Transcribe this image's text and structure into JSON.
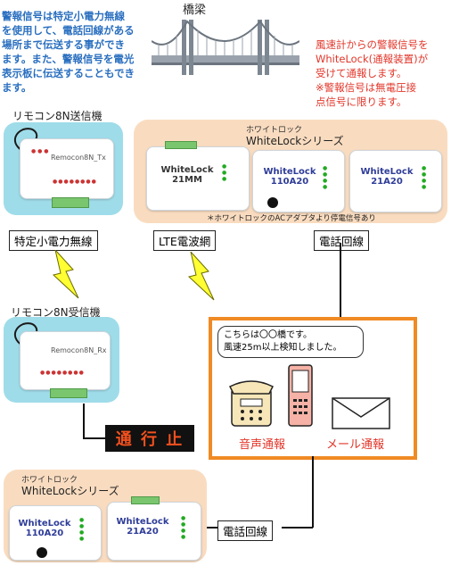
{
  "top_left_text": [
    "警報信号は特定小電力無線",
    "を使用して、電話回線がある",
    "場所まで伝送する事ができ",
    "ます。また、警報信号を電光",
    "表示板に伝送することもでき",
    "ます。"
  ],
  "bridge_label": "橋梁",
  "right_red_text": [
    "風速計からの警報信号を",
    "WhiteLock(通報装置)が",
    "受けて通報します。",
    "※警報信号は無電圧接",
    "点信号に限ります。"
  ],
  "transmitter": {
    "caption": "リモコン8N送信機",
    "device_label": "Remocon8N_Tx"
  },
  "receiver": {
    "caption": "リモコン8N受信機",
    "device_label": "Remocon8N_Rx"
  },
  "whitelock_top": {
    "sub": "ホワイトロック",
    "title": "WhiteLockシリーズ",
    "models": [
      "WhiteLock 21MM",
      "WhiteLock 110A20",
      "WhiteLock 21A20"
    ],
    "note": "＊ホワイトロックのACアダプタより停電信号あり"
  },
  "whitelock_bottom": {
    "sub": "ホワイトロック",
    "title": "WhiteLockシリーズ",
    "models": [
      "WhiteLock 110A20",
      "WhiteLock 21A20"
    ]
  },
  "labels": {
    "radio": "特定小電力無線",
    "lte": "LTE電波網",
    "phone_top": "電話回線",
    "phone_bottom": "電話回線",
    "sign": "通 行 止"
  },
  "notification": {
    "speech": [
      "こちらは〇〇橋です。",
      "風速25m以上検知しました。"
    ],
    "voice": "音声通報",
    "mail": "メール通報"
  },
  "colors": {
    "blue": "#2a6fc0",
    "red": "#e2362a",
    "orange": "#f08a24",
    "cyan": "#9fdce9",
    "peach": "#f9dcc0",
    "sign_bg": "#111111",
    "sign_text": "#f4511e"
  }
}
